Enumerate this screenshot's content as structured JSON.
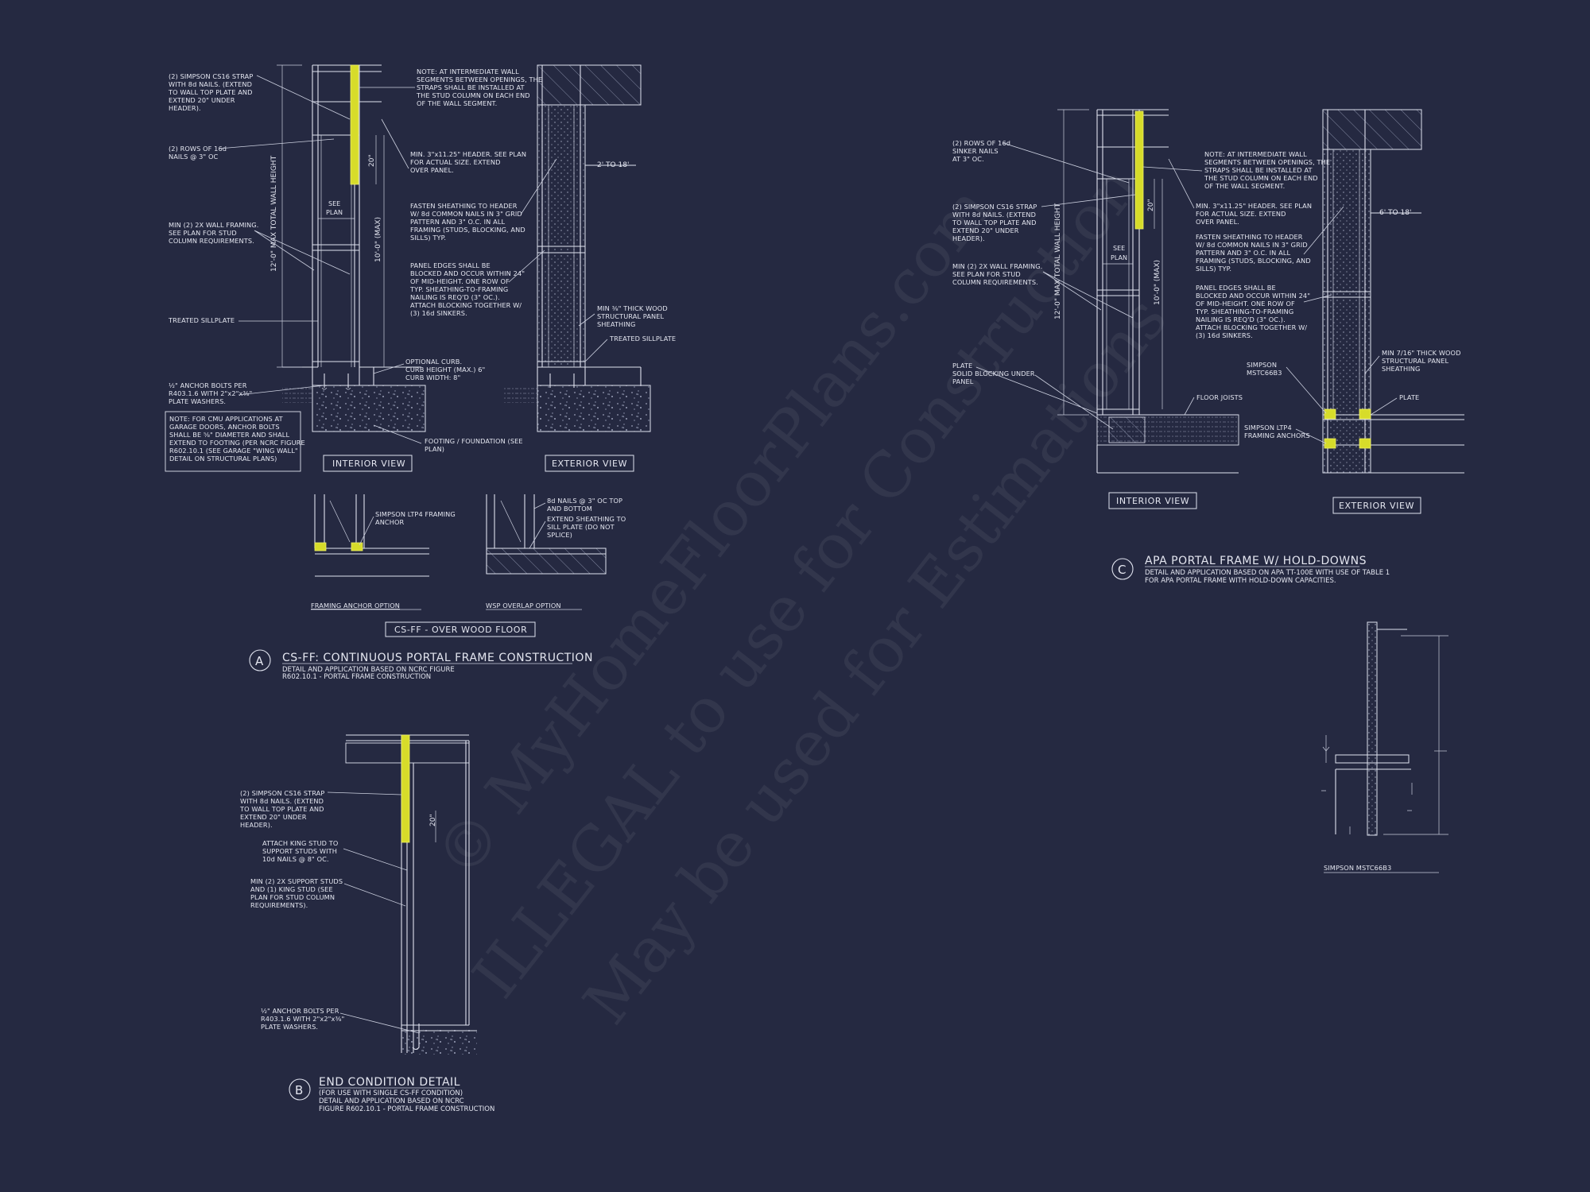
{
  "watermark": {
    "line1": "© MyHomeFloorPlans.com",
    "line2": "ILLEGAL to use for Construction",
    "line3": "May be used for Estimations"
  },
  "detail_a": {
    "letter": "A",
    "title": "CS-FF: CONTINUOUS PORTAL FRAME CONSTRUCTION",
    "sub1": "DETAIL AND APPLICATION BASED ON NCRC FIGURE",
    "sub2": "R602.10.1 - PORTAL FRAME CONSTRUCTION",
    "box_label": "CS-FF - OVER WOOD FLOOR",
    "interior_label": "INTERIOR VIEW",
    "exterior_label": "EXTERIOR VIEW",
    "dim_height": "12'-0\" MAX TOTAL WALL HEIGHT",
    "dim_max": "10'-0\" (MAX)",
    "dim_20": "20\"",
    "dim_2to18": "2' TO 18'",
    "see_plan": [
      "SEE",
      "PLAN"
    ],
    "notes_left": [
      [
        "(2) SIMPSON CS16 STRAP",
        "WITH 8d NAILS. (EXTEND",
        "TO WALL TOP PLATE AND",
        "EXTEND 20\" UNDER",
        "HEADER)."
      ],
      [
        "(2) ROWS OF 16d",
        "NAILS @ 3\" OC"
      ],
      [
        "MIN (2) 2X WALL FRAMING.",
        "SEE PLAN FOR STUD",
        "COLUMN REQUIREMENTS."
      ],
      [
        "TREATED SILLPLATE"
      ],
      [
        "½\" ANCHOR BOLTS PER",
        "R403.1.6 WITH 2\"x2\"x⅜\"",
        "PLATE WASHERS."
      ]
    ],
    "cmu_note": [
      "NOTE: FOR CMU APPLICATIONS AT",
      "GARAGE DOORS, ANCHOR BOLTS",
      "SHALL BE ⅝\" DIAMETER AND SHALL",
      "EXTEND TO FOOTING (PER NCRC FIGURE",
      "R602.10.1 (SEE GARAGE \"WING WALL\"",
      "DETAIL ON STRUCTURAL PLANS)"
    ],
    "notes_mid": [
      [
        "NOTE: AT INTERMEDIATE WALL",
        "SEGMENTS BETWEEN OPENINGS, THE",
        "STRAPS SHALL BE INSTALLED AT",
        "THE STUD COLUMN ON EACH END",
        "OF THE WALL SEGMENT."
      ],
      [
        "MIN. 3\"x11.25\" HEADER. SEE PLAN",
        "FOR ACTUAL SIZE. EXTEND",
        "OVER PANEL."
      ],
      [
        "FASTEN SHEATHING TO HEADER",
        "W/ 8d COMMON NAILS IN 3\" GRID",
        "PATTERN AND 3\" O.C. IN ALL",
        "FRAMING (STUDS, BLOCKING, AND",
        "SILLS) TYP."
      ],
      [
        "PANEL EDGES SHALL BE",
        "BLOCKED AND OCCUR WITHIN 24\"",
        "OF MID-HEIGHT.  ONE ROW OF",
        "TYP. SHEATHING-TO-FRAMING",
        "NAILING IS REQ'D (3\" OC.).",
        "ATTACH BLOCKING TOGETHER W/",
        "(3) 16d SINKERS."
      ],
      [
        "OPTIONAL CURB.",
        "CURB HEIGHT (MAX.) 6\"",
        "CURB WIDTH: 8\""
      ],
      [
        "FOOTING / FOUNDATION (SEE",
        "PLAN)"
      ],
      [
        "MIN ⅜\" THICK WOOD",
        "STRUCTURAL PANEL",
        "SHEATHING"
      ],
      [
        "TREATED SILLPLATE"
      ]
    ],
    "option1": {
      "label": "FRAMING ANCHOR OPTION",
      "note": [
        "SIMPSON LTP4 FRAMING",
        "ANCHOR"
      ]
    },
    "option2": {
      "label": "WSP OVERLAP OPTION",
      "note1": [
        "8d NAILS @ 3\" OC TOP",
        "AND BOTTOM"
      ],
      "note2": [
        "EXTEND SHEATHING TO",
        "SILL PLATE (DO NOT",
        "SPLICE)"
      ]
    }
  },
  "detail_b": {
    "letter": "B",
    "title": "END CONDITION DETAIL",
    "sub1": "(FOR USE WITH SINGLE CS-FF CONDITION)",
    "sub2": "DETAIL AND APPLICATION BASED ON NCRC",
    "sub3": "FIGURE R602.10.1 - PORTAL FRAME CONSTRUCTION",
    "dim_20": "20\"",
    "notes": [
      [
        "(2) SIMPSON CS16 STRAP",
        "WITH 8d NAILS. (EXTEND",
        "TO WALL TOP PLATE AND",
        "EXTEND 20\" UNDER",
        "HEADER)."
      ],
      [
        "ATTACH KING STUD TO",
        "SUPPORT STUDS WITH",
        "10d NAILS @ 8\" OC."
      ],
      [
        "MIN (2) 2X SUPPORT STUDS",
        "AND (1) KING STUD (SEE",
        "PLAN FOR STUD COLUMN",
        "REQUIREMENTS)."
      ],
      [
        "½\" ANCHOR BOLTS PER",
        "R403.1.6 WITH 2\"x2\"x⅜\"",
        "PLATE WASHERS."
      ]
    ]
  },
  "detail_c": {
    "letter": "C",
    "title": "APA PORTAL FRAME W/ HOLD-DOWNS",
    "sub1": "DETAIL AND APPLICATION BASED ON APA TT-100E WITH USE OF TABLE 1",
    "sub2": "FOR APA PORTAL FRAME WITH HOLD-DOWN CAPACITIES.",
    "interior_label": "INTERIOR VIEW",
    "exterior_label": "EXTERIOR VIEW",
    "dim_height": "12'-0\" MAX TOTAL WALL HEIGHT",
    "dim_max": "10'-0\" (MAX)",
    "dim_20": "20\"",
    "dim_6to18": "6' TO 18'",
    "see_plan": [
      "SEE",
      "PLAN"
    ],
    "notes_left": [
      [
        "(2) ROWS OF 16d",
        "SINKER NAILS",
        "AT 3\" OC."
      ],
      [
        "(2) SIMPSON CS16 STRAP",
        "WITH 8d NAILS. (EXTEND",
        "TO WALL TOP PLATE AND",
        "EXTEND 20\" UNDER",
        "HEADER)."
      ],
      [
        "MIN (2) 2X WALL FRAMING.",
        "SEE PLAN FOR STUD",
        "COLUMN REQUIREMENTS."
      ],
      [
        "PLATE",
        "SOLID BLOCKING UNDER",
        "PANEL"
      ]
    ],
    "notes_mid": [
      [
        "NOTE: AT INTERMEDIATE WALL",
        "SEGMENTS BETWEEN OPENINGS, THE",
        "STRAPS SHALL BE INSTALLED AT",
        "THE STUD COLUMN ON EACH END",
        "OF THE WALL SEGMENT."
      ],
      [
        "MIN. 3\"x11.25\" HEADER. SEE PLAN",
        "FOR ACTUAL SIZE. EXTEND",
        "OVER PANEL."
      ],
      [
        "FASTEN SHEATHING TO HEADER",
        "W/ 8d COMMON NAILS IN 3\" GRID",
        "PATTERN AND 3\" O.C. IN ALL",
        "FRAMING (STUDS, BLOCKING, AND",
        "SILLS) TYP."
      ],
      [
        "PANEL EDGES SHALL BE",
        "BLOCKED AND OCCUR WITHIN 24\"",
        "OF MID-HEIGHT.  ONE ROW OF",
        "TYP. SHEATHING-TO-FRAMING",
        "NAILING IS REQ'D (3\" OC.).",
        "ATTACH BLOCKING TOGETHER W/",
        "(3) 16d SINKERS."
      ],
      [
        "FLOOR JOISTS"
      ],
      [
        "SIMPSON",
        "MSTC66B3"
      ],
      [
        "SIMPSON LTP4",
        "FRAMING ANCHORS"
      ],
      [
        "MIN 7/16\" THICK WOOD",
        "STRUCTURAL PANEL",
        "SHEATHING"
      ],
      [
        "PLATE"
      ]
    ]
  },
  "detail_simpson": {
    "label": "SIMPSON MSTC66B3"
  }
}
